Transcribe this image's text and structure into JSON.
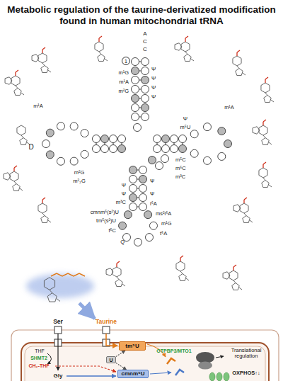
{
  "diagram": {
    "title": "Metabolic regulation of the taurine-derivatized modification found in human mitochondrial tRNA",
    "nodes": [
      {
        "text": [
          "1"
        ]
      },
      {
        "text": [
          "tm⁵U"
        ]
      },
      {
        "text": [
          "U"
        ]
      },
      {
        "text": [
          "cmnm⁵U"
        ]
      }
    ],
    "edges": [
      {
        "from": 2,
        "to": 1,
        "arrow": "to"
      },
      {
        "from": 2,
        "to": 3,
        "arrow": "to"
      }
    ],
    "labels": [
      "A",
      "C",
      "C",
      "m¹G",
      "m¹A",
      "m²G",
      "m¹A",
      "D",
      "m²G",
      "m²₂G",
      "Ψ",
      "Ψ",
      "m³C",
      "cmnm⁵(s²)U",
      "tm⁵(s²)U",
      "f⁵C",
      "Q",
      "Ψ",
      "Ψ",
      "i⁶A",
      "ms²i⁶A",
      "m¹G",
      "t⁶A",
      "Ψ",
      "Ψ",
      "Ψ",
      "Ψ",
      "m¹A",
      "Ψ",
      "m⁵U",
      "m⁵C",
      "m⁵C",
      "m³C",
      "Ser",
      "Taurine",
      "THF",
      "SHMT2",
      "CH₂-THF",
      "Gly",
      "GTPBP3/MTO1",
      "Translational regulation",
      "OXPHOS↑↓"
    ]
  }
}
